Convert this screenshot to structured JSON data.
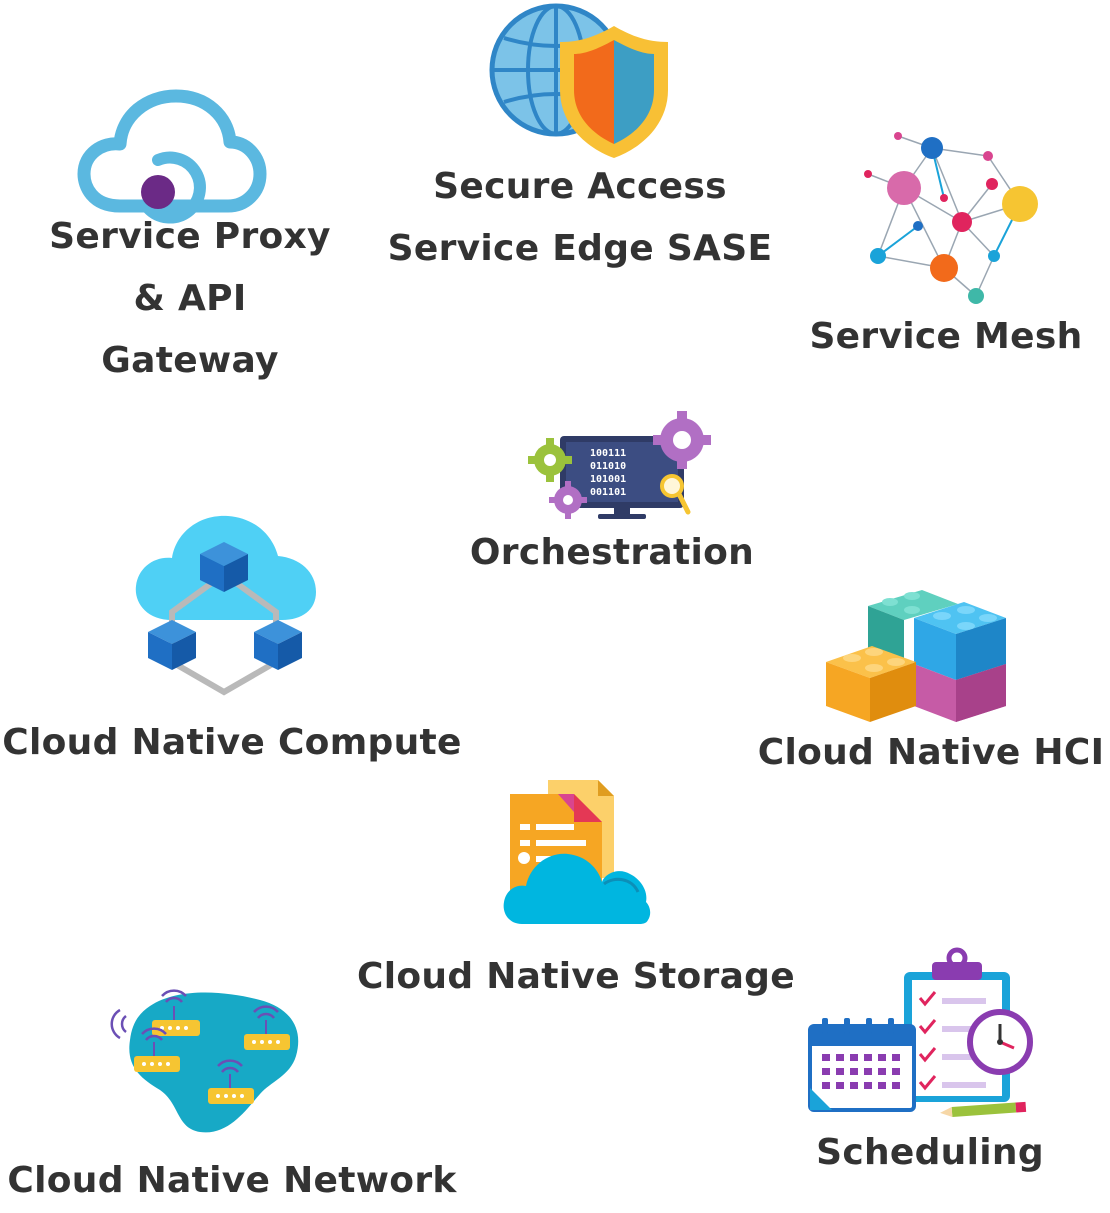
{
  "items": [
    {
      "id": "service-proxy",
      "label": "Service Proxy\n& API\nGateway",
      "icon": "cloud-gateway-icon"
    },
    {
      "id": "sase",
      "label": "Secure Access\nService Edge SASE",
      "icon": "globe-shield-icon"
    },
    {
      "id": "service-mesh",
      "label": "Service Mesh",
      "icon": "mesh-network-icon"
    },
    {
      "id": "orchestration",
      "label": "Orchestration",
      "icon": "monitor-gears-icon"
    },
    {
      "id": "compute",
      "label": "Cloud Native Compute",
      "icon": "cloud-cubes-icon"
    },
    {
      "id": "hci",
      "label": "Cloud Native HCI",
      "icon": "blocks-icon"
    },
    {
      "id": "storage",
      "label": "Cloud Native Storage",
      "icon": "cloud-documents-icon"
    },
    {
      "id": "network",
      "label": "Cloud Native Network",
      "icon": "network-routers-icon"
    },
    {
      "id": "scheduling",
      "label": "Scheduling",
      "icon": "calendar-clipboard-clock-icon"
    }
  ],
  "binary_screen": [
    "100111",
    "011010",
    "101001",
    "001101"
  ],
  "colors": {
    "label": "#333333",
    "cloud_blue": "#5bb8e0",
    "purple": "#6b2a86",
    "orange": "#f26a1b",
    "teal": "#3fa9a3",
    "yellow": "#f6c532",
    "pink": "#d9458f"
  }
}
